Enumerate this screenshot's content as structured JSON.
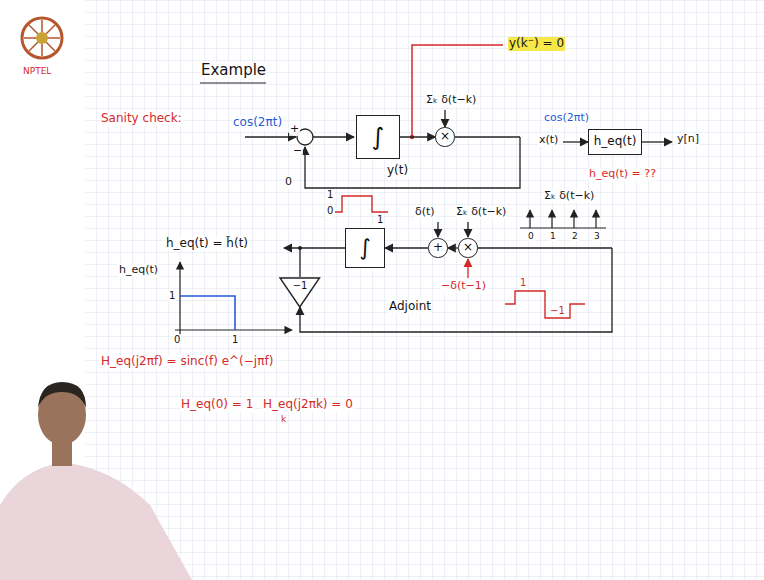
{
  "diagram": {
    "title": "Example",
    "nodes": [
      {
        "text": [
          "∫"
        ]
      },
      {
        "text": [
          "×"
        ]
      },
      {
        "text": [
          "h_eq(t)"
        ]
      },
      {
        "text": [
          "∫"
        ]
      },
      {
        "text": [
          "+"
        ]
      },
      {
        "text": [
          "×"
        ]
      },
      {
        "text": [
          "−1"
        ]
      }
    ],
    "edges": [
      {
        "from": 0,
        "to": 1,
        "arrow": "to"
      },
      {
        "from": 5,
        "to": 4,
        "arrow": "to"
      },
      {
        "from": 4,
        "to": 3,
        "arrow": "to"
      }
    ],
    "labels": [
      "Sanity check:",
      "cos(2πt)",
      "+",
      "−",
      "0",
      "y(t)",
      "Σₖ δ(t−k)",
      "y(k⁻) = 0",
      "cos(2πt)",
      "x(t)",
      "y[n]",
      "h_eq(t) = ??",
      "h_eq(t)",
      "1",
      "0",
      "1",
      "H_eq(j2πf) = sinc(f) e^(−jπf)",
      "h_eq(t) = h̃(t)",
      "1",
      "0",
      "1",
      "δ(t)",
      "Σₖ δ(t−k)",
      "−δ(t−1)",
      "0",
      "1",
      "2",
      "3",
      "Σₖ δ(t−k)",
      "Adjoint",
      "1",
      "−1",
      "H_eq(0) = 1",
      "H_eq(j2πk) = 0",
      "k",
      "NPTEL"
    ]
  }
}
